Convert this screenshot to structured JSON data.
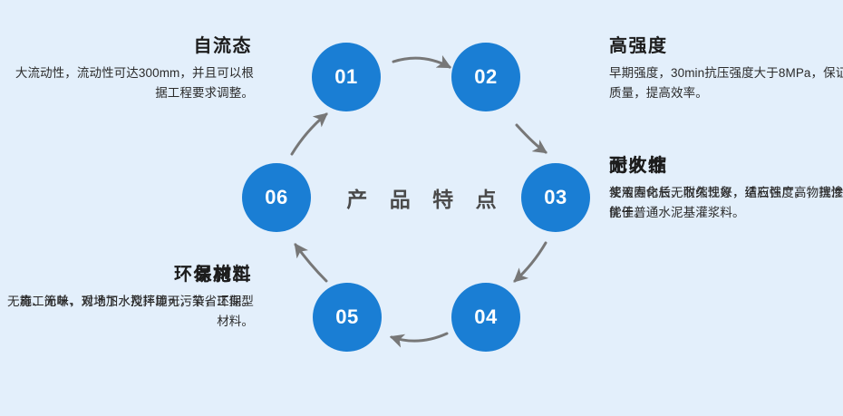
{
  "background_color": "#e3effb",
  "accent_color": "#1a7ed4",
  "diagram": {
    "center_title": "产 品 特 点",
    "nodes": [
      {
        "number": "01",
        "name": "node-01"
      },
      {
        "number": "02",
        "name": "node-02"
      },
      {
        "number": "03",
        "name": "node-03"
      },
      {
        "number": "04",
        "name": "node-04"
      },
      {
        "number": "05",
        "name": "node-05"
      },
      {
        "number": "06",
        "name": "node-06"
      }
    ],
    "arrows": [
      {
        "name": "arrow-01-to-02",
        "from": "01",
        "to": "02"
      },
      {
        "name": "arrow-02-to-03",
        "from": "02",
        "to": "03"
      },
      {
        "name": "arrow-03-to-04",
        "from": "03",
        "to": "04"
      },
      {
        "name": "arrow-04-to-05",
        "from": "04",
        "to": "05"
      },
      {
        "name": "arrow-05-to-06",
        "from": "05",
        "to": "06"
      },
      {
        "name": "arrow-06-to-01",
        "from": "06",
        "to": "01"
      }
    ]
  },
  "features": [
    {
      "id": "01",
      "side": "left",
      "title": "自流态",
      "desc": "大流动性，流动性可达300mm，并且可以根据工程要求调整。"
    },
    {
      "id": "02",
      "side": "right",
      "title": "高强度",
      "desc": "早期强度，30min抗压强度大于8MPa，保证质量，提高效率。"
    },
    {
      "id": "03",
      "side": "right",
      "title": "无收缩",
      "desc": "浆液固化后无收缩现象，结石强度高，抗渗性能佳。"
    },
    {
      "id": "04",
      "side": "right",
      "title": "耐久性",
      "desc": "使用寿命长、耐久性好，适应性广，物理性能优于普通水泥基灌浆料。"
    },
    {
      "id": "05",
      "side": "left",
      "title": "易施工",
      "desc": "施工简单，现场加水搅拌即可，节省工期。"
    },
    {
      "id": "06",
      "side": "left",
      "title": "环保材料",
      "desc": "无毒、无味、对地下水及环境无污染，环保型材料。"
    }
  ]
}
